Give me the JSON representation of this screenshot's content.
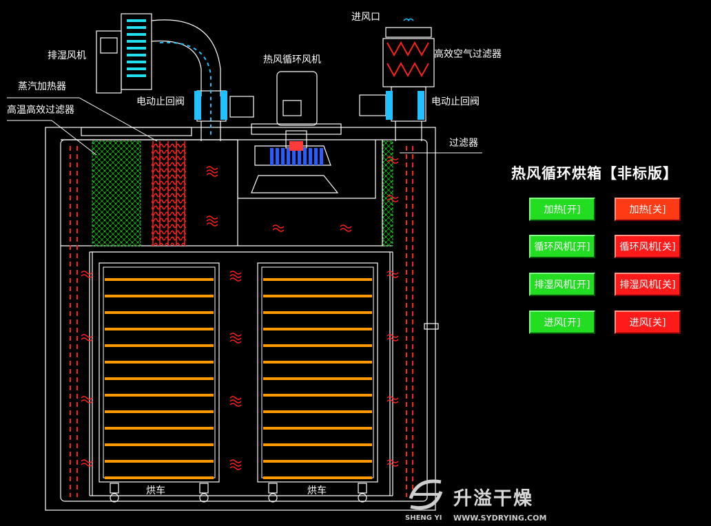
{
  "title": "热风循环烘箱【非标版】",
  "labels": {
    "exhaust_fan": "排湿风机",
    "steam_heater": "蒸汽加热器",
    "hot_filter": "高温高效过滤器",
    "valve_left": "电动止回阀",
    "circ_fan": "热风循环风机",
    "air_inlet": "进风口",
    "hepa_filter": "高效空气过滤器",
    "valve_right": "电动止回阀",
    "filter": "过滤器",
    "cart_left": "烘车",
    "cart_right": "烘车"
  },
  "controls": [
    {
      "on": "加热[开]",
      "off": "加热[关]"
    },
    {
      "on": "循环风机[开]",
      "off": "循环风机[关]"
    },
    {
      "on": "排湿风机[开]",
      "off": "排湿风机[关]"
    },
    {
      "on": "进风[开]",
      "off": "进风[关]"
    }
  ],
  "logo": {
    "cn": "升溢干燥",
    "en": "SHENG YI",
    "url": "WWW.SYDRYING.COM"
  },
  "colors": {
    "background": "#000000",
    "line": "#ffffff",
    "heater": "#ff2020",
    "mesh": "#22cc22",
    "shelf": "#ff9900",
    "fan_blade": "#2a5cff",
    "valve": "#22c0ff",
    "button_on": "#22dd22",
    "button_off": "#ff1a1a"
  }
}
